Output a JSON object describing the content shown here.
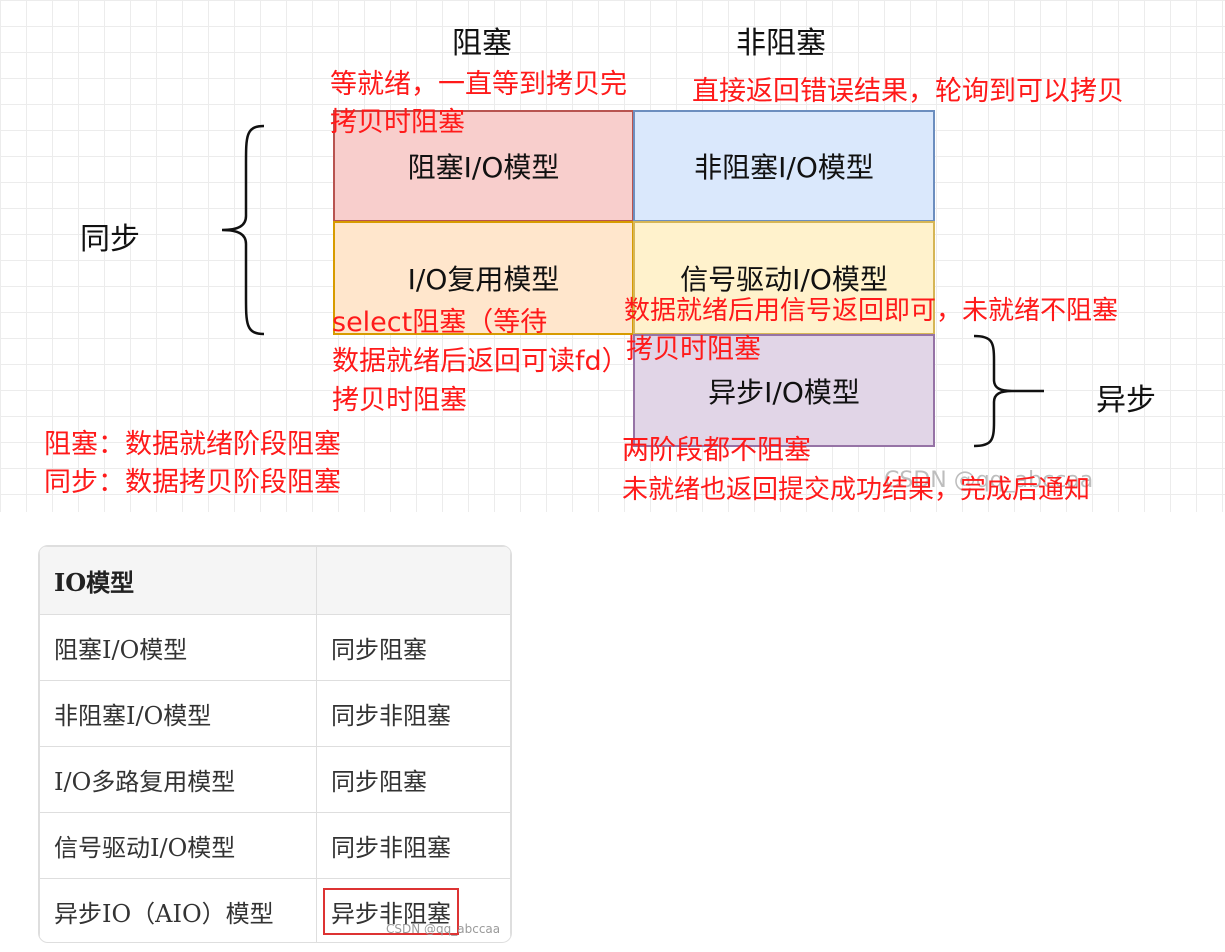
{
  "diagram": {
    "col_headers": {
      "blocking": "阻塞",
      "nonblocking": "非阻塞"
    },
    "row_labels": {
      "sync": "同步",
      "async": "异步"
    },
    "cells": {
      "blocking_io": "阻塞I/O模型",
      "nonblocking_io": "非阻塞I/O模型",
      "io_multiplexing": "I/O复用模型",
      "signal_driven": "信号驱动I/O模型",
      "async_io": "异步I/O模型"
    },
    "colors": {
      "blocking_io": "#f8cecc",
      "nonblocking_io": "#dae8fc",
      "io_multiplexing": "#ffe6cc",
      "signal_driven": "#fff2cc",
      "async_io": "#e1d5e7",
      "annotation": "#ff1a1a"
    },
    "annotations": {
      "blocking_line1": "等就绪，一直等到拷贝完",
      "blocking_line2": "拷贝时阻塞",
      "nonblocking": "直接返回错误结果，轮询到可以拷贝",
      "mux_line1": "select阻塞（等待",
      "mux_line2": "数据就绪后返回可读fd）",
      "mux_line3": "拷贝时阻塞",
      "signal_line1": "数据就绪后用信号返回即可，未就绪不阻塞",
      "signal_line2": "拷贝时阻塞",
      "async_line1": "两阶段都不阻塞",
      "async_line2": "未就绪也返回提交成功结果，完成后通知",
      "def_blocking": "阻塞：数据就绪阶段阻塞",
      "def_sync": "同步：数据拷贝阶段阻塞"
    },
    "watermark": "CSDN @qq_abccaa"
  },
  "table": {
    "headers": [
      "IO模型",
      ""
    ],
    "rows": [
      [
        "阻塞I/O模型",
        "同步阻塞"
      ],
      [
        "非阻塞I/O模型",
        "同步非阻塞"
      ],
      [
        "I/O多路复用模型",
        "同步阻塞"
      ],
      [
        "信号驱动I/O模型",
        "同步非阻塞"
      ],
      [
        "异步IO（AIO）模型",
        "异步非阻塞"
      ]
    ],
    "watermark": "CSDN @qq_abccaa"
  }
}
